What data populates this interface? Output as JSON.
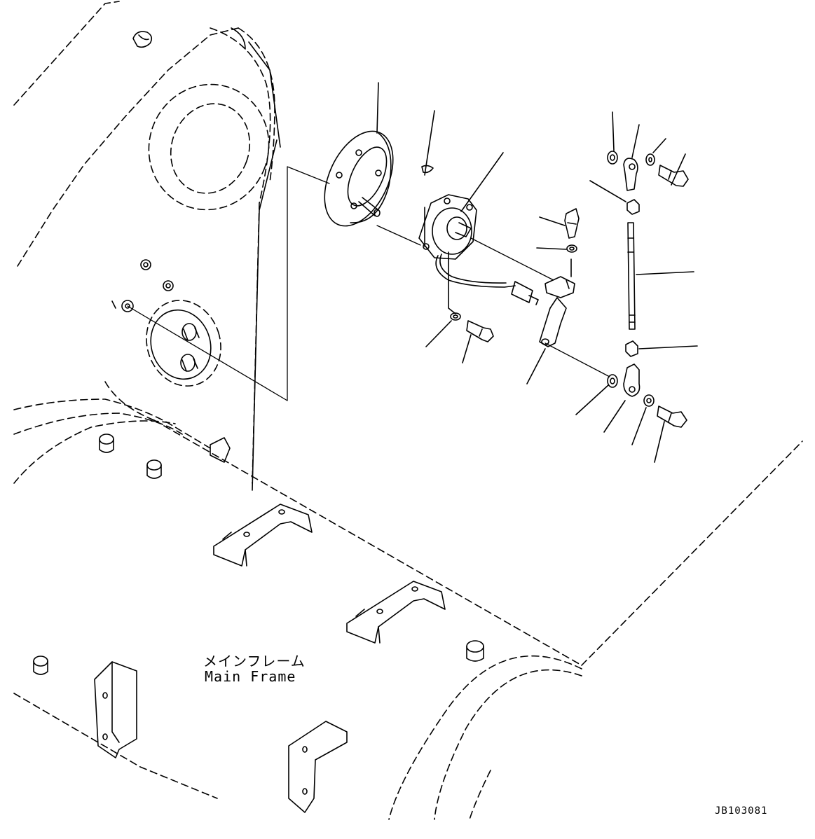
{
  "labels": {
    "frame_jp": "メインフレーム",
    "frame_en": "Main Frame",
    "drawing_code": "JB103081"
  },
  "colors": {
    "line": "#000000",
    "background": "#ffffff"
  }
}
